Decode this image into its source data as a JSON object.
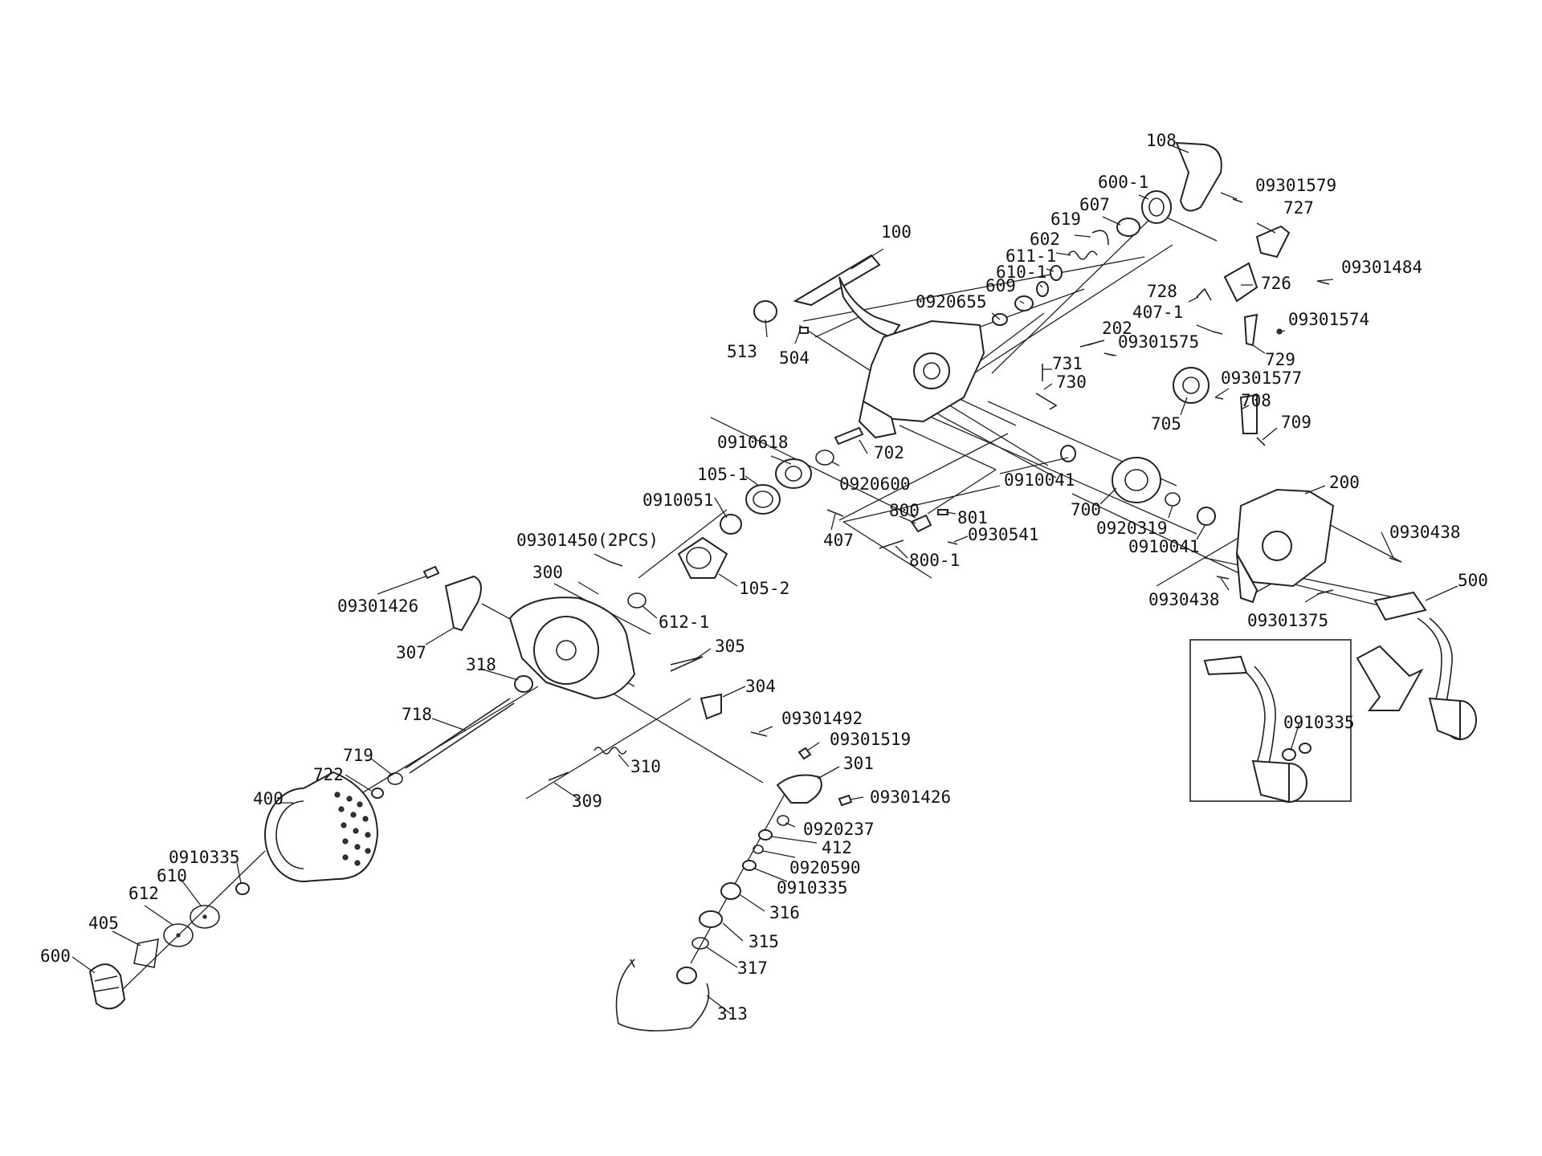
{
  "labels": {
    "p108": "108",
    "p09301579": "09301579",
    "p600_1": "600-1",
    "p607": "607",
    "p727": "727",
    "p619": "619",
    "p100": "100",
    "p602": "602",
    "p611_1": "611-1",
    "p610_1": "610-1",
    "p609": "609",
    "p09301484": "09301484",
    "p726": "726",
    "p0920655": "0920655",
    "p728": "728",
    "p407_1": "407-1",
    "p09301574": "09301574",
    "p202": "202",
    "p09301575": "09301575",
    "p513": "513",
    "p504": "504",
    "p731": "731",
    "p729": "729",
    "p730": "730",
    "p09301577": "09301577",
    "p708": "708",
    "p705": "705",
    "p709": "709",
    "p0910618": "0910618",
    "p702": "702",
    "p105_1": "105-1",
    "p0920600": "0920600",
    "p0910041a": "0910041",
    "p200": "200",
    "p0910051": "0910051",
    "p800": "800",
    "p700": "700",
    "p801": "801",
    "p0920319": "0920319",
    "p407": "407",
    "p09301450": "09301450(2PCS)",
    "p0930541": "0930541",
    "p0910041b": "0910041",
    "p0930438a": "0930438",
    "p800_1": "800-1",
    "p300": "300",
    "p105_2": "105-2",
    "p500": "500",
    "p0930438b": "0930438",
    "p09301426a": "09301426",
    "p612_1": "612-1",
    "p09301375": "09301375",
    "p307": "307",
    "p305": "305",
    "p318": "318",
    "p304": "304",
    "p0910335_inset": "0910335",
    "p718": "718",
    "p09301492": "09301492",
    "p09301519": "09301519",
    "p719": "719",
    "p310": "310",
    "p301": "301",
    "p722": "722",
    "p400": "400",
    "p309": "309",
    "p09301426b": "09301426",
    "p0920237": "0920237",
    "p412": "412",
    "p0910335a": "0910335",
    "p0920590": "0920590",
    "p610": "610",
    "p0910335b": "0910335",
    "p612": "612",
    "p316": "316",
    "p405": "405",
    "p315": "315",
    "p600": "600",
    "p317": "317",
    "p313": "313"
  }
}
